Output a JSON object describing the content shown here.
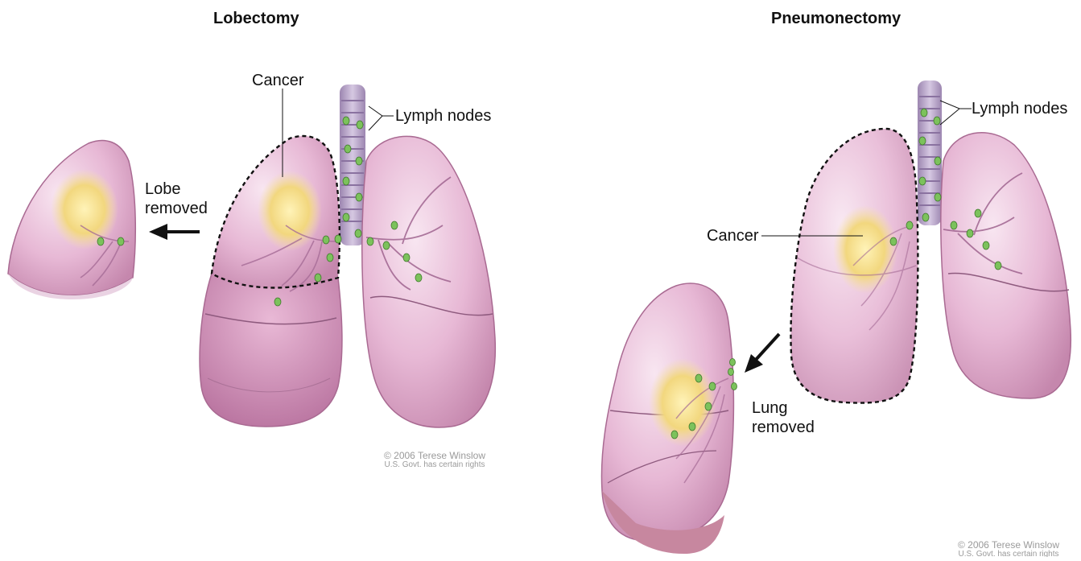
{
  "panels": {
    "lobectomy": {
      "title": "Lobectomy",
      "cancer_label": "Cancer",
      "lymph_label": "Lymph nodes",
      "removed_label_line1": "Lobe",
      "removed_label_line2": "removed",
      "credit_line1": "© 2006 Terese Winslow",
      "credit_line2": "U.S. Govt. has certain rights"
    },
    "pneumonectomy": {
      "title": "Pneumonectomy",
      "cancer_label": "Cancer",
      "lymph_label": "Lymph nodes",
      "removed_label_line1": "Lung",
      "removed_label_line2": "removed",
      "credit_line1": "© 2006 Terese Winslow",
      "credit_line2": "U.S. Govt. has certain rights"
    }
  },
  "colors": {
    "lung_fill": "#e8bdd8",
    "lung_dark": "#c98ab1",
    "airway": "#9a7aa6",
    "tumor": "#f3dc8a",
    "node": "#7cc25c",
    "trachea": "#b8a6c8"
  }
}
